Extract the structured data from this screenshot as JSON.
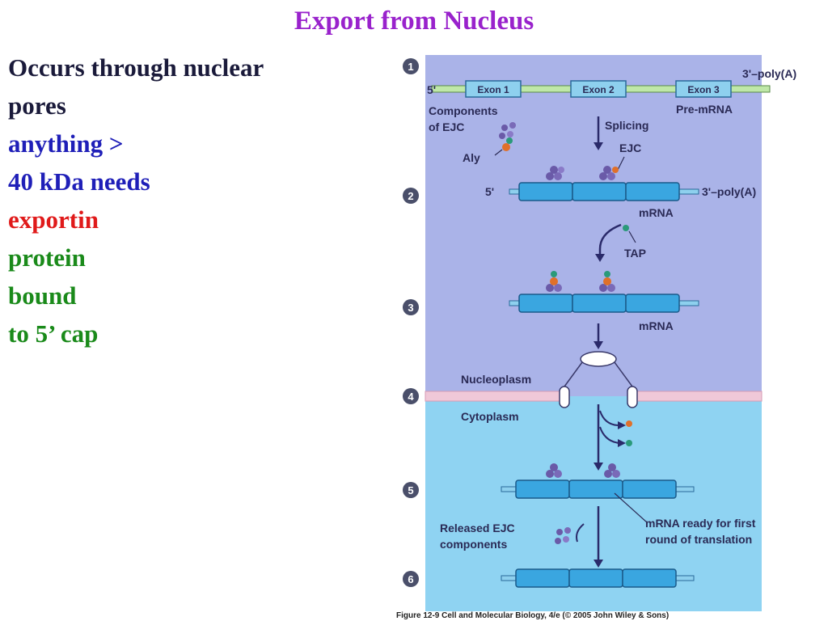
{
  "title": "Export from Nucleus",
  "bullet_lines": [
    {
      "text": "Occurs through nuclear",
      "color": "#1a1a3a"
    },
    {
      "text": "pores",
      "color": "#1a1a3a"
    },
    {
      "text": "anything >",
      "color": "#1f1fb8"
    },
    {
      "text": "40 kDa needs",
      "color": "#1f1fb8"
    },
    {
      "text": "exportin",
      "color": "#e01a1a"
    },
    {
      "text": "protein",
      "color": "#1a8a1a"
    },
    {
      "text": "bound",
      "color": "#1a8a1a"
    },
    {
      "text": "to 5’ cap",
      "color": "#1a8a1a"
    }
  ],
  "figure": {
    "step_numbers": [
      "1",
      "2",
      "3",
      "4",
      "5",
      "6"
    ],
    "exon1": "Exon 1",
    "exon2": "Exon 2",
    "exon3": "Exon 3",
    "five_prime_1": "5'",
    "five_prime_2": "5'",
    "three_polyA_1": "3'–poly(A)",
    "three_polyA_2": "3'–poly(A)",
    "pre_mrna": "Pre-mRNA",
    "components_line1": "Components",
    "components_line2": "of EJC",
    "aly": "Aly",
    "splicing": "Splicing",
    "ejc": "EJC",
    "mrna_2": "mRNA",
    "tap": "TAP",
    "mrna_3": "mRNA",
    "nucleoplasm": "Nucleoplasm",
    "cytoplasm": "Cytoplasm",
    "released_line1": "Released EJC",
    "released_line2": "components",
    "ready_line1": "mRNA ready for first",
    "ready_line2": "round of translation",
    "caption": "Figure 12-9  Cell and Molecular Biology, 4/e (© 2005 John Wiley & Sons)",
    "colors": {
      "nucleus_bg": "#aab3e8",
      "cytoplasm_bg": "#8fd3f2",
      "membrane": "#f0c8d8",
      "mrna_fill": "#3aa6e0",
      "exon_fill": "#8ed0ee",
      "label": "#2a2a55",
      "ejc_purple": "#6a5aa8",
      "aly_orange": "#e0702a",
      "tap_green": "#2a9a7a"
    }
  }
}
